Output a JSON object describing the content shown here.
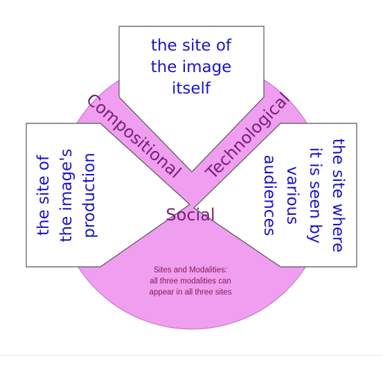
{
  "colors": {
    "circle_fill": "#ef9ef0",
    "circle_stroke": "#c070c0",
    "box_fill": "#ffffff",
    "box_stroke": "#555555",
    "site_text": "#1b14c8",
    "modality_text": "#7a1f7a",
    "caption_text": "#8a1a5a"
  },
  "sites": {
    "image_itself": [
      "the site of",
      "the image",
      "itself"
    ],
    "production": [
      "the site of",
      "the image's",
      "production"
    ],
    "audiences": [
      "the site where",
      "it is seen by",
      "various",
      "audiences"
    ]
  },
  "modalities": {
    "compositional": "Compositional",
    "technological": "Technological",
    "social": "Social"
  },
  "caption": [
    "Sites and Modalities:",
    "all three modalities can",
    "appear in all three sites"
  ]
}
